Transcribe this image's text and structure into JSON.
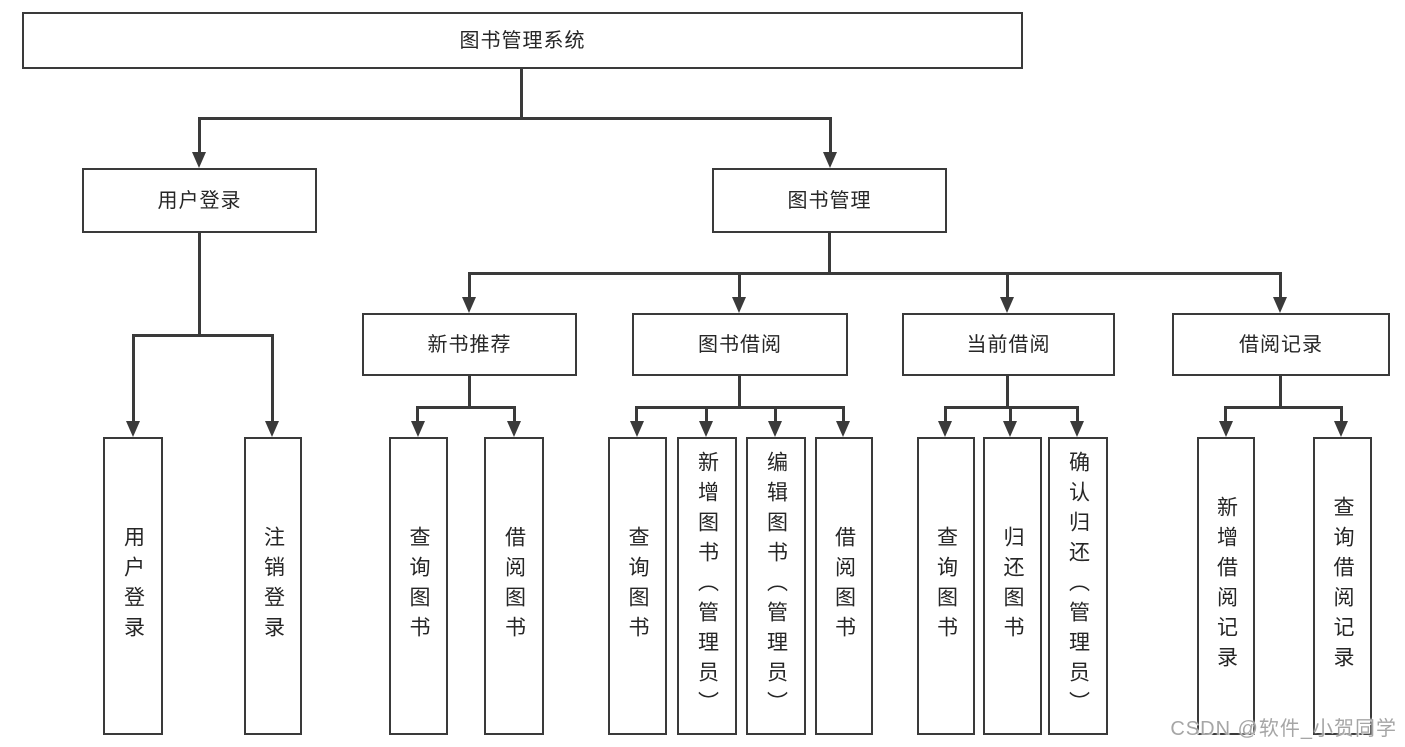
{
  "colors": {
    "line": "#3a3a3a",
    "text": "#262626",
    "node-bg": "#ffffff",
    "watermark": "#a6a6a6",
    "page-bg": "#ffffff"
  },
  "watermark": "CSDN @软件_小贺同学",
  "nodes": {
    "root": "图书管理系统",
    "l2": [
      "用户登录",
      "图书管理"
    ],
    "l3": [
      "新书推荐",
      "图书借阅",
      "当前借阅",
      "借阅记录"
    ],
    "l4_login": [
      "用户登录",
      "注销登录"
    ],
    "l4_newbook": [
      "查询图书",
      "借阅图书"
    ],
    "l4_borrow": [
      "查询图书",
      "新增图书（管理员）",
      "编辑图书（管理员）",
      "借阅图书"
    ],
    "l4_current": [
      "查询图书",
      "归还图书",
      "确认归还（管理员）"
    ],
    "l4_records": [
      "新增借阅记录",
      "查询借阅记录"
    ]
  },
  "hierarchy": {
    "图书管理系统": [
      "用户登录",
      "图书管理"
    ],
    "用户登录": [
      "用户登录",
      "注销登录"
    ],
    "图书管理": [
      "新书推荐",
      "图书借阅",
      "当前借阅",
      "借阅记录"
    ],
    "新书推荐": [
      "查询图书",
      "借阅图书"
    ],
    "图书借阅": [
      "查询图书",
      "新增图书（管理员）",
      "编辑图书（管理员）",
      "借阅图书"
    ],
    "当前借阅": [
      "查询图书",
      "归还图书",
      "确认归还（管理员）"
    ],
    "借阅记录": [
      "新增借阅记录",
      "查询借阅记录"
    ]
  }
}
